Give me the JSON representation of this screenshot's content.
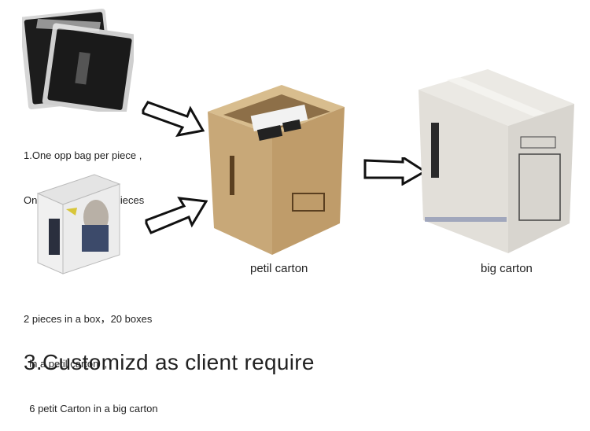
{
  "step1": {
    "line1": "1.One opp bag per piece ,",
    "line2": "One carton per 240 pieces"
  },
  "step2": {
    "line1": "2 pieces in a box，20 boxes",
    "line2": "  in a petil carton  ,",
    "line3": "  6 petit Carton in a big carton"
  },
  "petit_carton_label": "petil carton",
  "big_carton_label": "big carton",
  "headline": "3.Customizd as client require",
  "colors": {
    "carton": "#c8a878",
    "carton_dark": "#a88658",
    "big_carton": "#e6e4df",
    "bag": "#1c1c1c"
  }
}
